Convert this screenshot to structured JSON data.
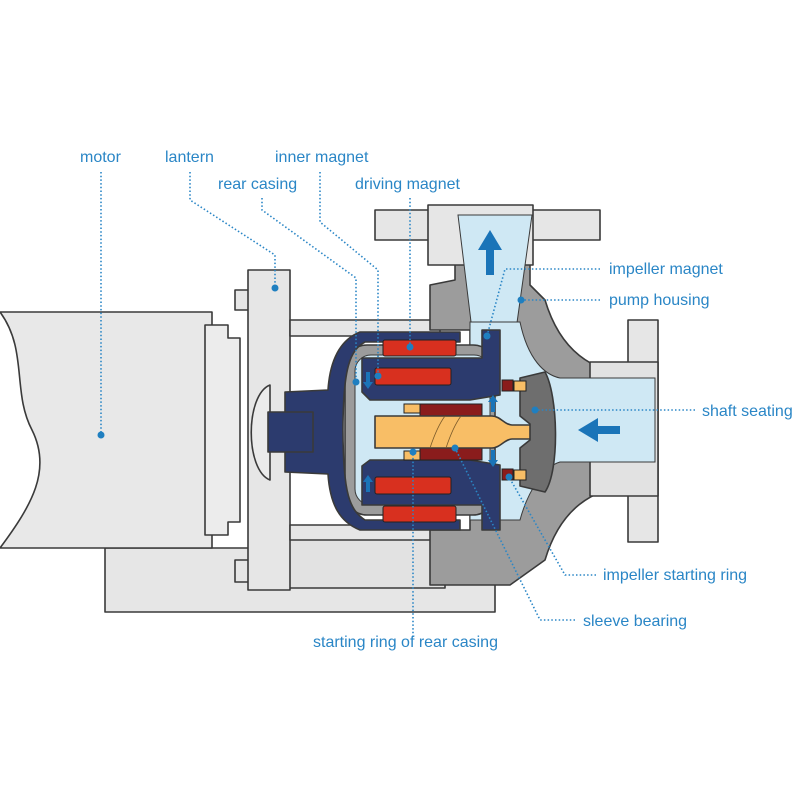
{
  "title": "Magnetic drive pump cross-section",
  "labels": {
    "motor": "motor",
    "lantern": "lantern",
    "rear_casing": "rear casing",
    "inner_magnet": "inner magnet",
    "driving_magnet": "driving magnet",
    "impeller_magnet": "impeller magnet",
    "pump_housing": "pump housing",
    "shaft_seating": "shaft seating",
    "impeller_starting_ring": "impeller starting ring",
    "sleeve_bearing": "sleeve bearing",
    "starting_ring_rear_casing": "starting ring of rear casing"
  },
  "colors": {
    "label": "#2a86c6",
    "housing_light": "#e6e6e6",
    "housing_mid": "#9c9c9c",
    "housing_dark": "#6e6e6e",
    "carrier": "#2c3b6e",
    "magnet": "#d8301f",
    "bearing": "#8a1c1c",
    "shaft": "#f8be66",
    "fluid": "#cfe8f4",
    "flow_arrow": "#1a74b8"
  }
}
